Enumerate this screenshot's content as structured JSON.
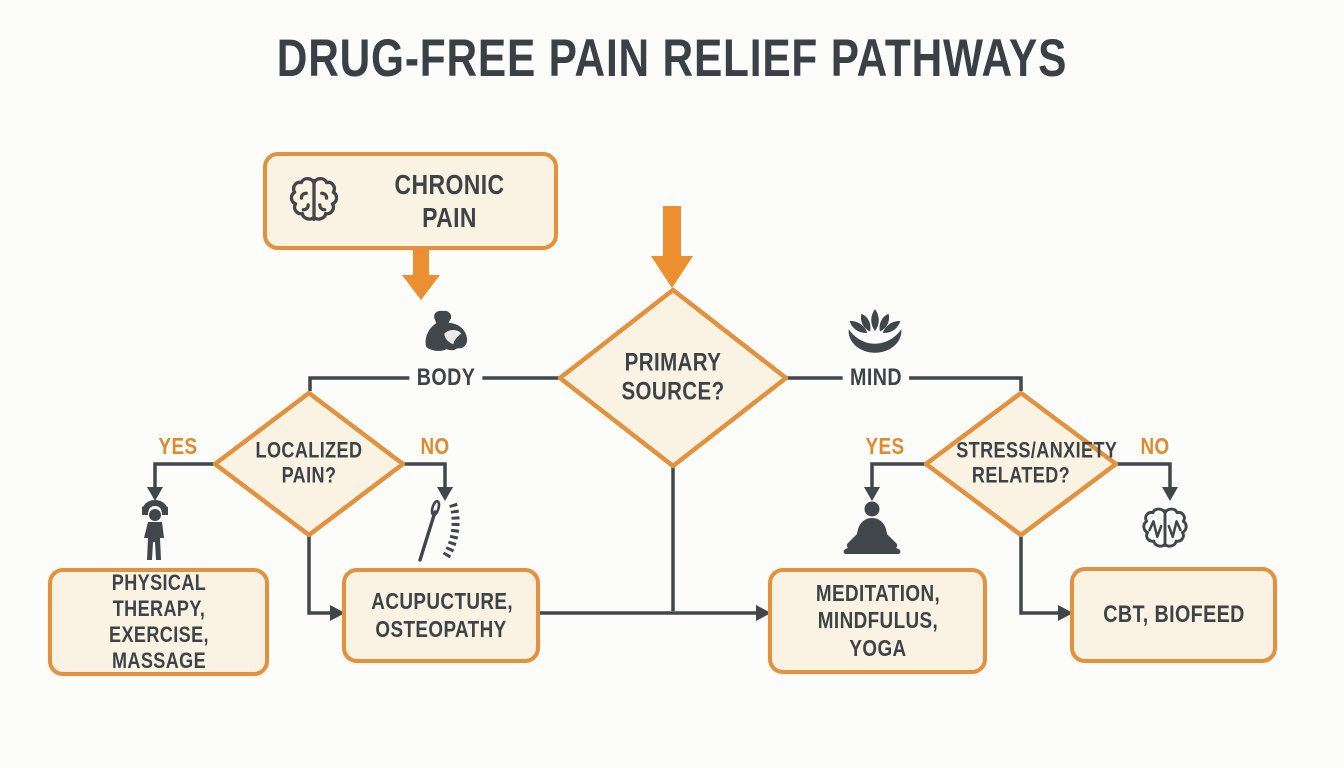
{
  "title": "DRUG-FREE PAIN RELIEF PATHWAYS",
  "colors": {
    "accent_orange": "#E2913C",
    "arrow_orange": "#EC8F31",
    "node_fill": "#FAF2E3",
    "ink": "#41464B",
    "background": "#FCFCFA",
    "yes_no_orange": "#E08A2F"
  },
  "nodes": {
    "chronic_pain": {
      "label": "CHRONIC PAIN",
      "icon": "brain-icon"
    },
    "primary_source": {
      "label": "PRIMARY SOURCE?"
    },
    "localized_pain": {
      "label": "LOCALIZED PAIN?"
    },
    "stress_anxiety": {
      "label": "STRESS/ANXIETY RELATED?"
    },
    "physical_therapy": {
      "label": "PHYSICAL THERAPY, EXERCISE, MASSAGE",
      "icon": "exercise-person-icon"
    },
    "acupuncture": {
      "label": "ACUPUCTURE, OSTEOPATHY",
      "icon": "needle-spine-icon"
    },
    "meditation": {
      "label": "MEDITATION, MINDFULUS, YOGA",
      "icon": "meditating-person-icon"
    },
    "cbt": {
      "label": "CBT, BIOFEED",
      "icon": "brain-waves-icon"
    }
  },
  "branches": {
    "body": {
      "label": "BODY",
      "icon": "muscle-arm-icon"
    },
    "mind": {
      "label": "MIND",
      "icon": "lotus-icon"
    }
  },
  "edges": {
    "localized_yes": "YES",
    "localized_no": "NO",
    "stress_yes": "YES",
    "stress_no": "NO"
  }
}
